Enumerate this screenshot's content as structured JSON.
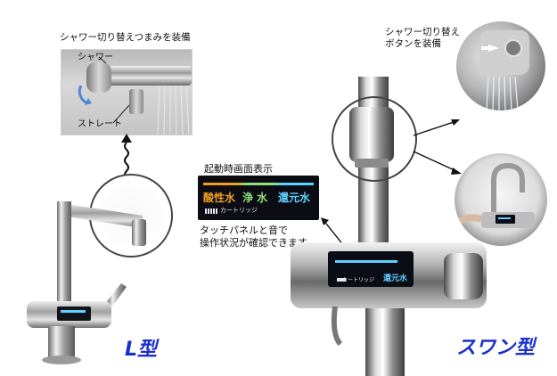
{
  "captions": {
    "shower_knob": "シャワー切り替えつまみを装備",
    "shower_button_line1": "シャワー切り替え",
    "shower_button_line2": "ボタンを装備",
    "startup_display": "起動時画面表示",
    "touch_panel_line1": "タッチパネルと音で",
    "touch_panel_line2": "操作状況が確認できます。"
  },
  "inset_labels": {
    "shower": "シャワー",
    "straight": "ストレート"
  },
  "display_panel": {
    "water_types": [
      "酸性水",
      "浄 水",
      "還元水"
    ],
    "cartridge": "カートリッジ"
  },
  "swan_panel": {
    "cartridge": "カートリッジ",
    "reduced": "還元水"
  },
  "models": {
    "l_type": "L型",
    "swan_type": "スワン型"
  },
  "colors": {
    "model_label": "#1a2fd0",
    "acidic": "#f0a020",
    "purified": "#8fe07a",
    "reduced": "#5fd0ff"
  }
}
